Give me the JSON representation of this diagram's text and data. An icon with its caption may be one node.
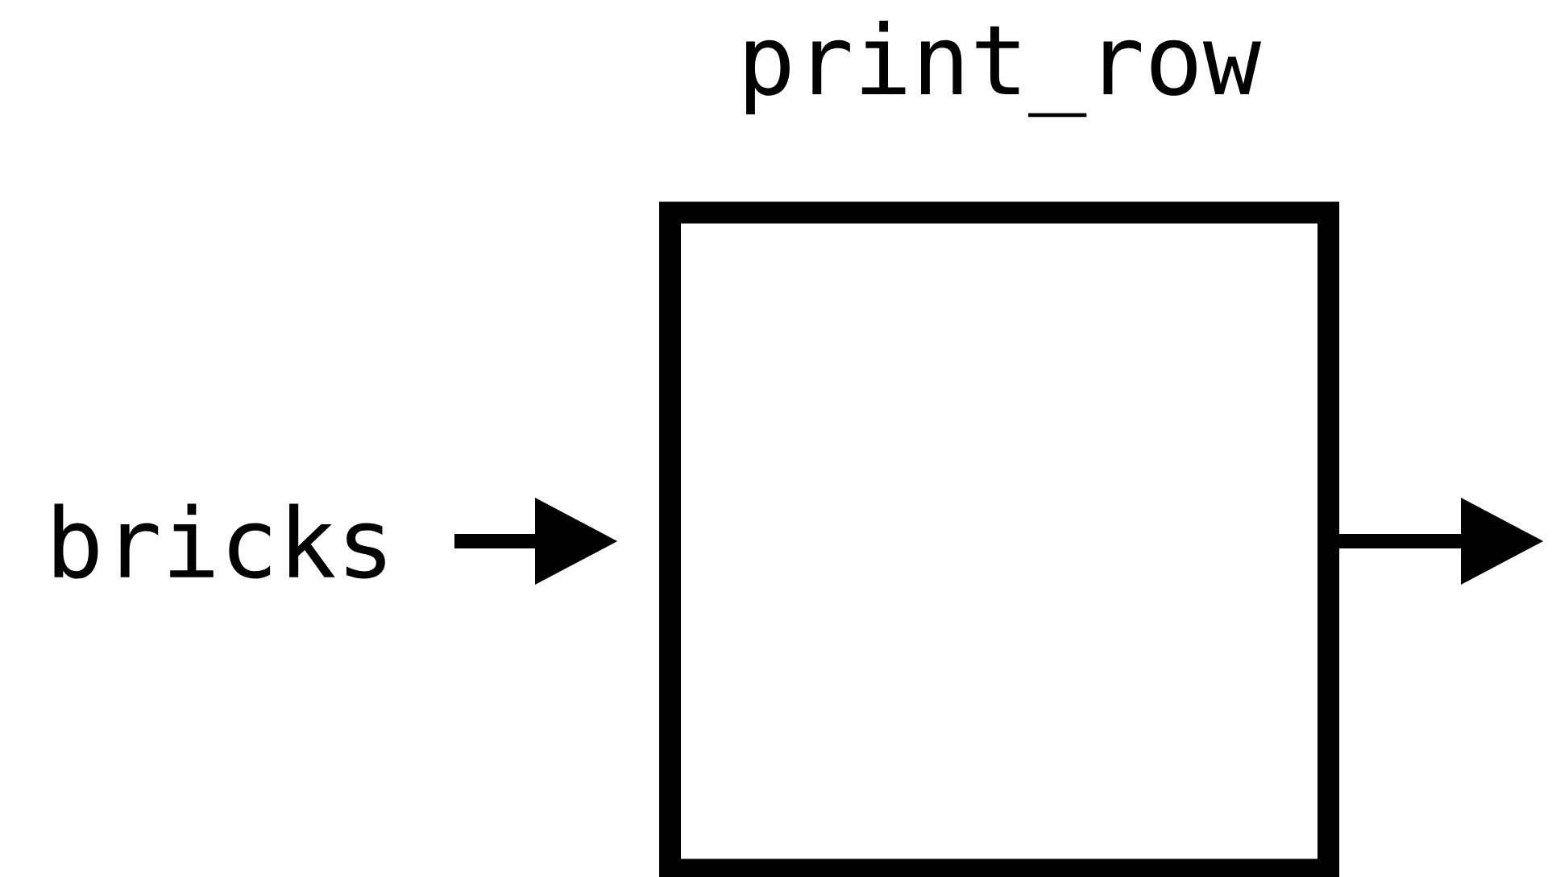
{
  "diagram": {
    "nodes": [
      {
        "text": [
          "print_row"
        ]
      },
      {
        "text": [
          "bricks"
        ]
      }
    ],
    "edges": [
      {
        "from": 1,
        "to": 0,
        "arrow": "to"
      },
      {
        "from": 0,
        "to": null,
        "arrow": "to"
      }
    ]
  }
}
